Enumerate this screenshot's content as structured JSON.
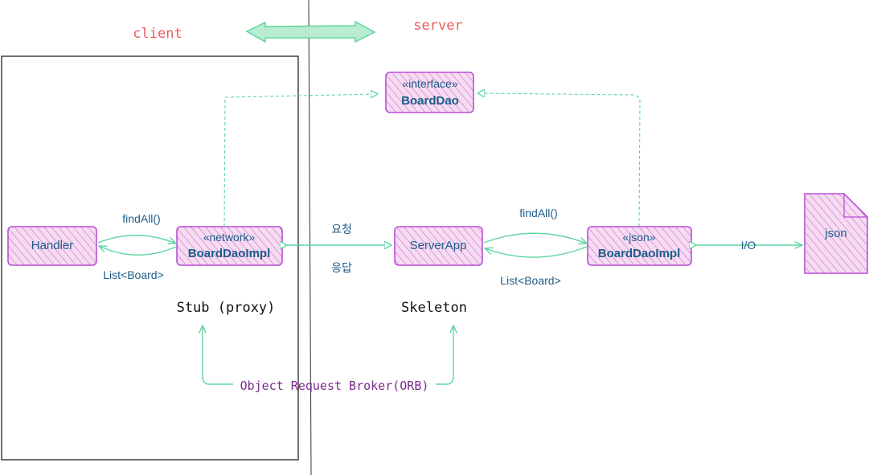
{
  "labels": {
    "client": "client",
    "server": "server",
    "stub": "Stub (proxy)",
    "skeleton": "Skeleton",
    "orb": "Object Request Broker(ORB)",
    "find_all_left": "findAll()",
    "list_board_left": "List<Board>",
    "request": "요청",
    "response": "응답",
    "find_all_right": "findAll()",
    "list_board_right": "List<Board>",
    "io": "I/O"
  },
  "nodes": {
    "handler": {
      "name": "Handler"
    },
    "stub_impl": {
      "stereotype": "«network»",
      "name": "BoardDaoImpl"
    },
    "board_dao": {
      "stereotype": "«interface»",
      "name": "BoardDao"
    },
    "server_app": {
      "name": "ServerApp"
    },
    "json_impl": {
      "stereotype": "«json»",
      "name": "BoardDaoImpl"
    },
    "json_file": {
      "name": "json"
    }
  },
  "colors": {
    "accent_red": "#f0595f",
    "box_stroke": "#b84fd8",
    "box_fill": "#ecc4e8",
    "text_blue": "#1d5c8a",
    "arrow_green": "#5fd6a0",
    "orb_purple": "#7a2a8a"
  }
}
